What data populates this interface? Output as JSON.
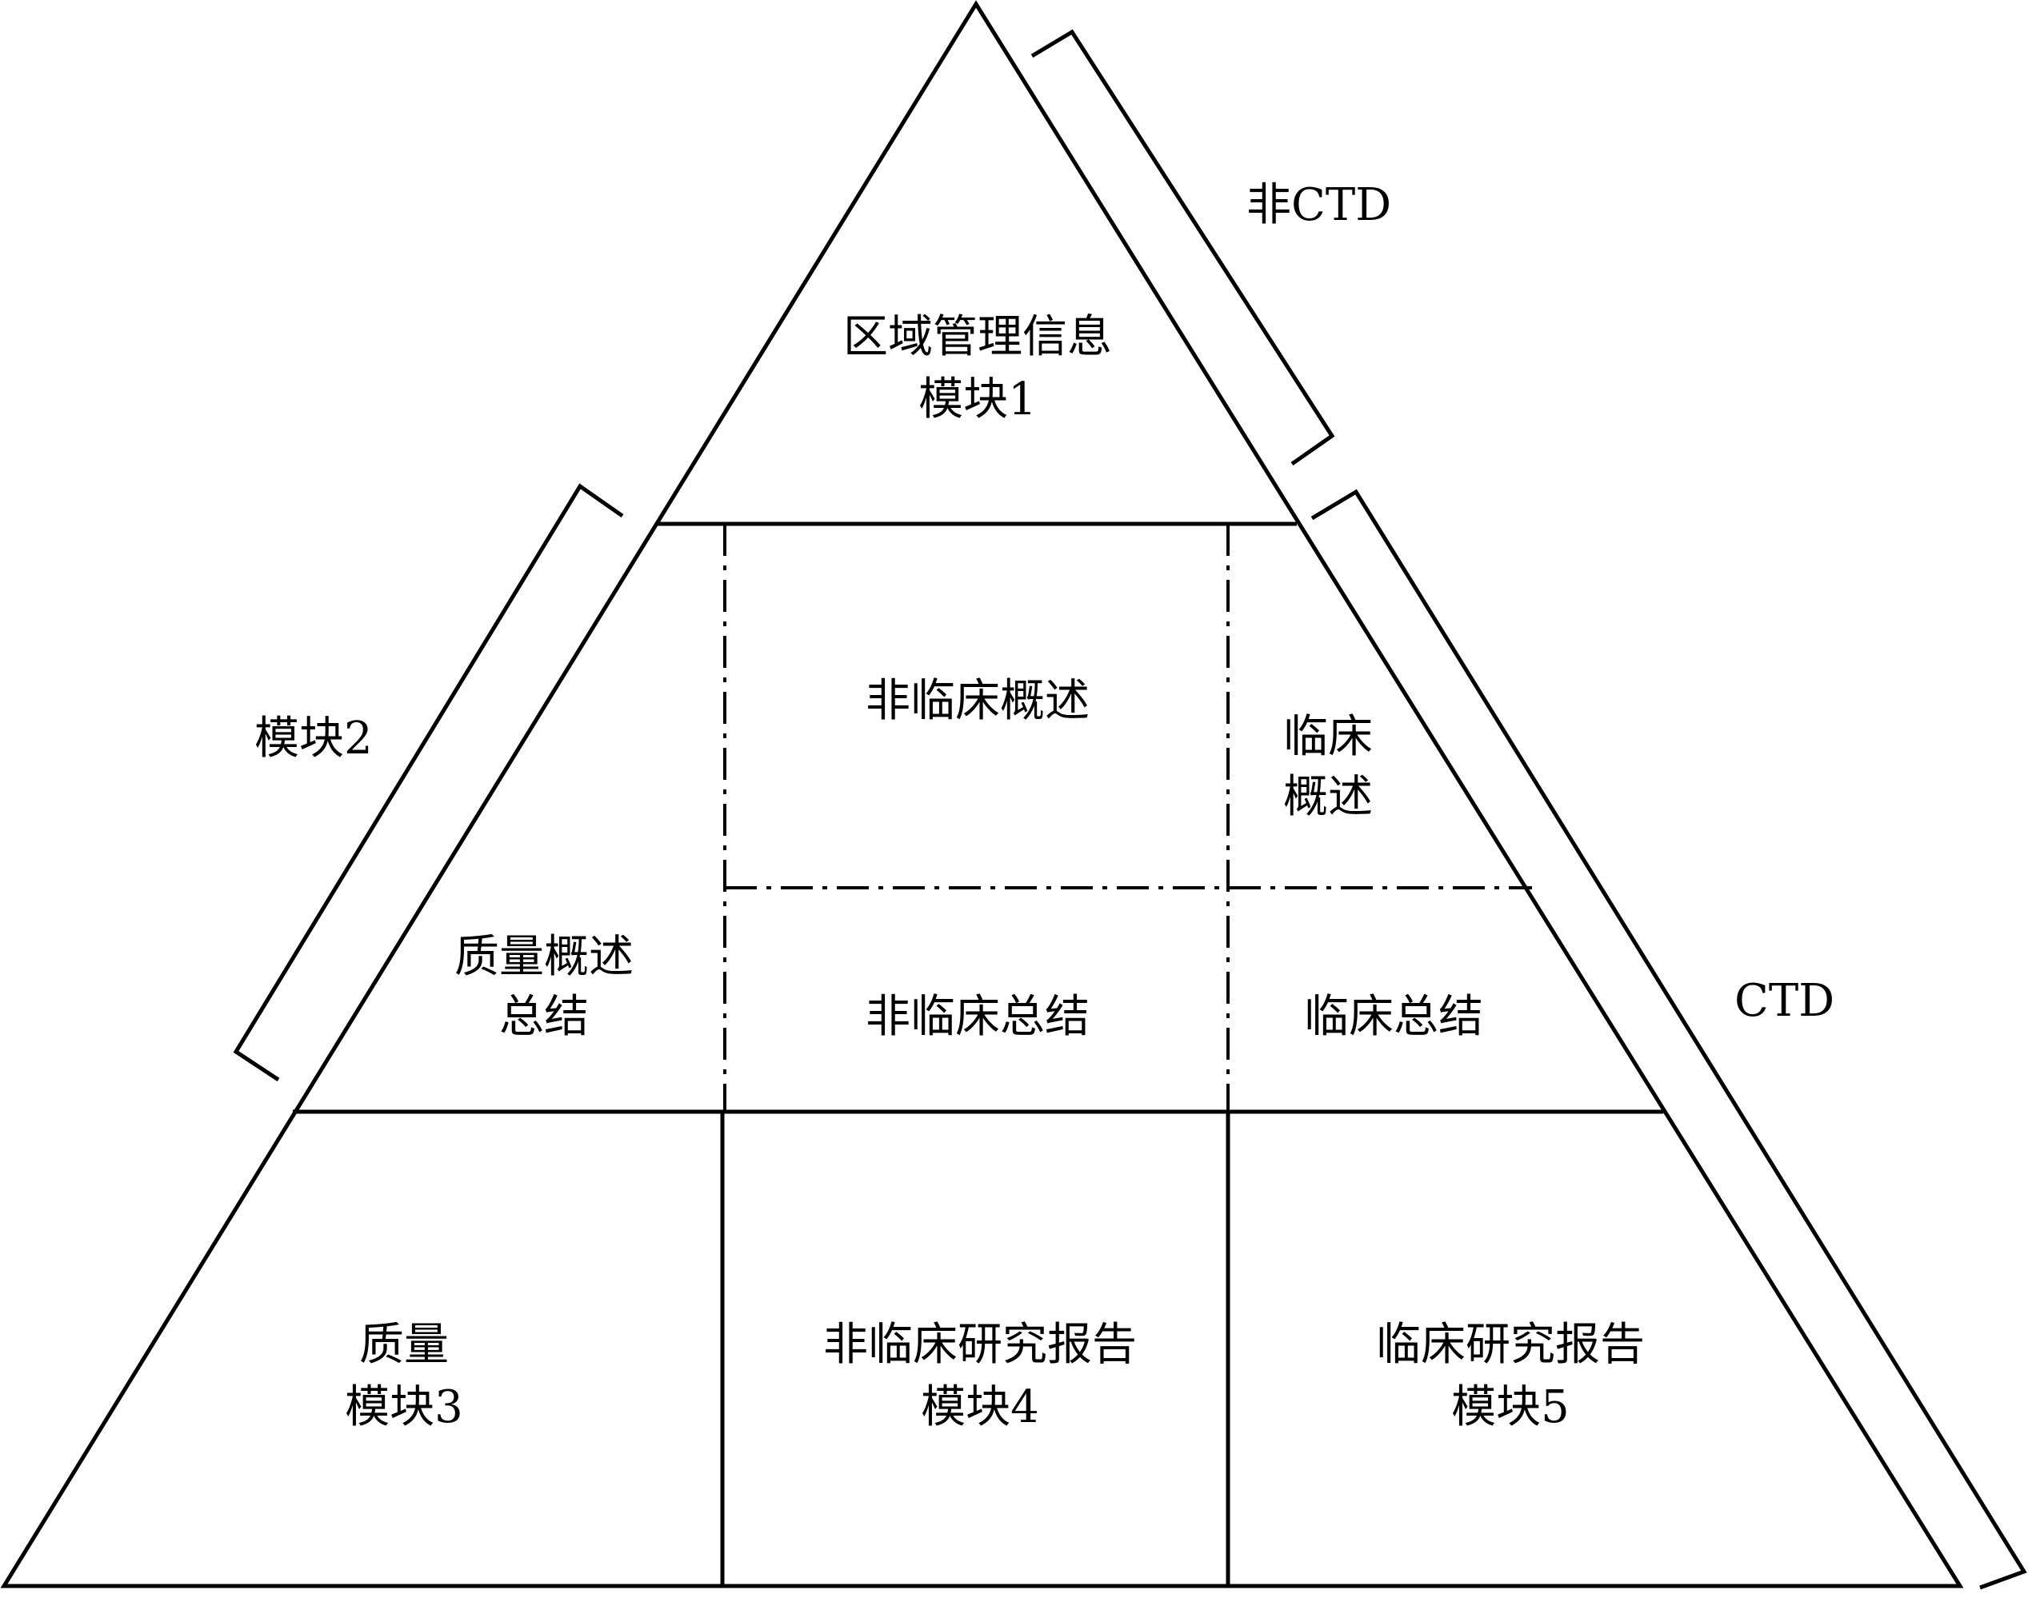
{
  "labels": {
    "non_ctd": "非CTD",
    "ctd": "CTD",
    "module2": "模块2",
    "module1_line1": "区域管理信息",
    "module1_line2": "模块1",
    "nonclinical_overview": "非临床概述",
    "clinical_overview_line1": "临床",
    "clinical_overview_line2": "概述",
    "quality_overall_line1": "质量概述",
    "quality_overall_line2": "总结",
    "nonclinical_summary": "非临床总结",
    "clinical_summary": "临床总结",
    "quality_line1": "质量",
    "quality_line2": "模块3",
    "nonclinical_reports_line1": "非临床研究报告",
    "nonclinical_reports_line2": "模块4",
    "clinical_reports_line1": "临床研究报告",
    "clinical_reports_line2": "模块5"
  }
}
